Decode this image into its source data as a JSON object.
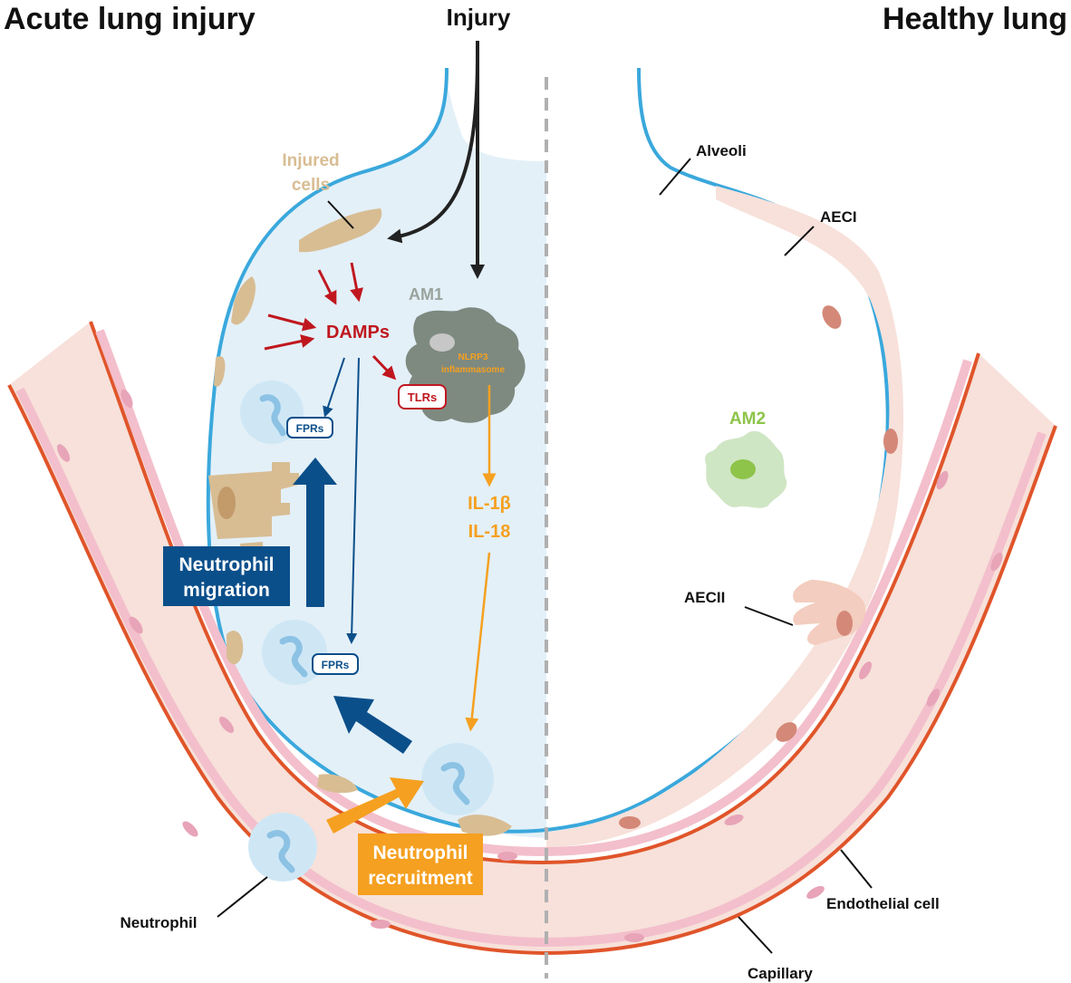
{
  "titles": {
    "left": "Acute lung injury",
    "right": "Healthy lung",
    "injury": "Injury"
  },
  "labels": {
    "injured_cells_line1": "Injured",
    "injured_cells_line2": "cells",
    "damps": "DAMPs",
    "am1": "AM1",
    "nlrp3_line1": "NLRP3",
    "nlrp3_line2": "inflammasome",
    "tlrs": "TLRs",
    "fprs_upper": "FPRs",
    "fprs_lower": "FPRs",
    "il1b": "IL-1β",
    "il18": "IL-18",
    "neutrophil_migration_line1": "Neutrophil",
    "neutrophil_migration_line2": "migration",
    "neutrophil_recruitment_line1": "Neutrophil",
    "neutrophil_recruitment_line2": "recruitment",
    "neutrophil": "Neutrophil",
    "alveoli": "Alveoli",
    "aeci": "AECI",
    "am2": "AM2",
    "aecii": "AECII",
    "endothelial_cell": "Endothelial cell",
    "capillary": "Capillary"
  },
  "colors": {
    "alveolus_fill": "#e3f0f8",
    "alveolus_line": "#3aa8dc",
    "capillary_fill": "#f7e1da",
    "capillary_line": "#e0552a",
    "endothelium": "#f3bfcc",
    "injured_cell": "#d8bd93",
    "damps_red": "#c0171f",
    "orange": "#f5a020",
    "navy": "#0b4f8a",
    "am1_gray": "#7e8a80",
    "am2_green": "#8ec44a",
    "neutrophil_fill": "#cfe7f5"
  }
}
